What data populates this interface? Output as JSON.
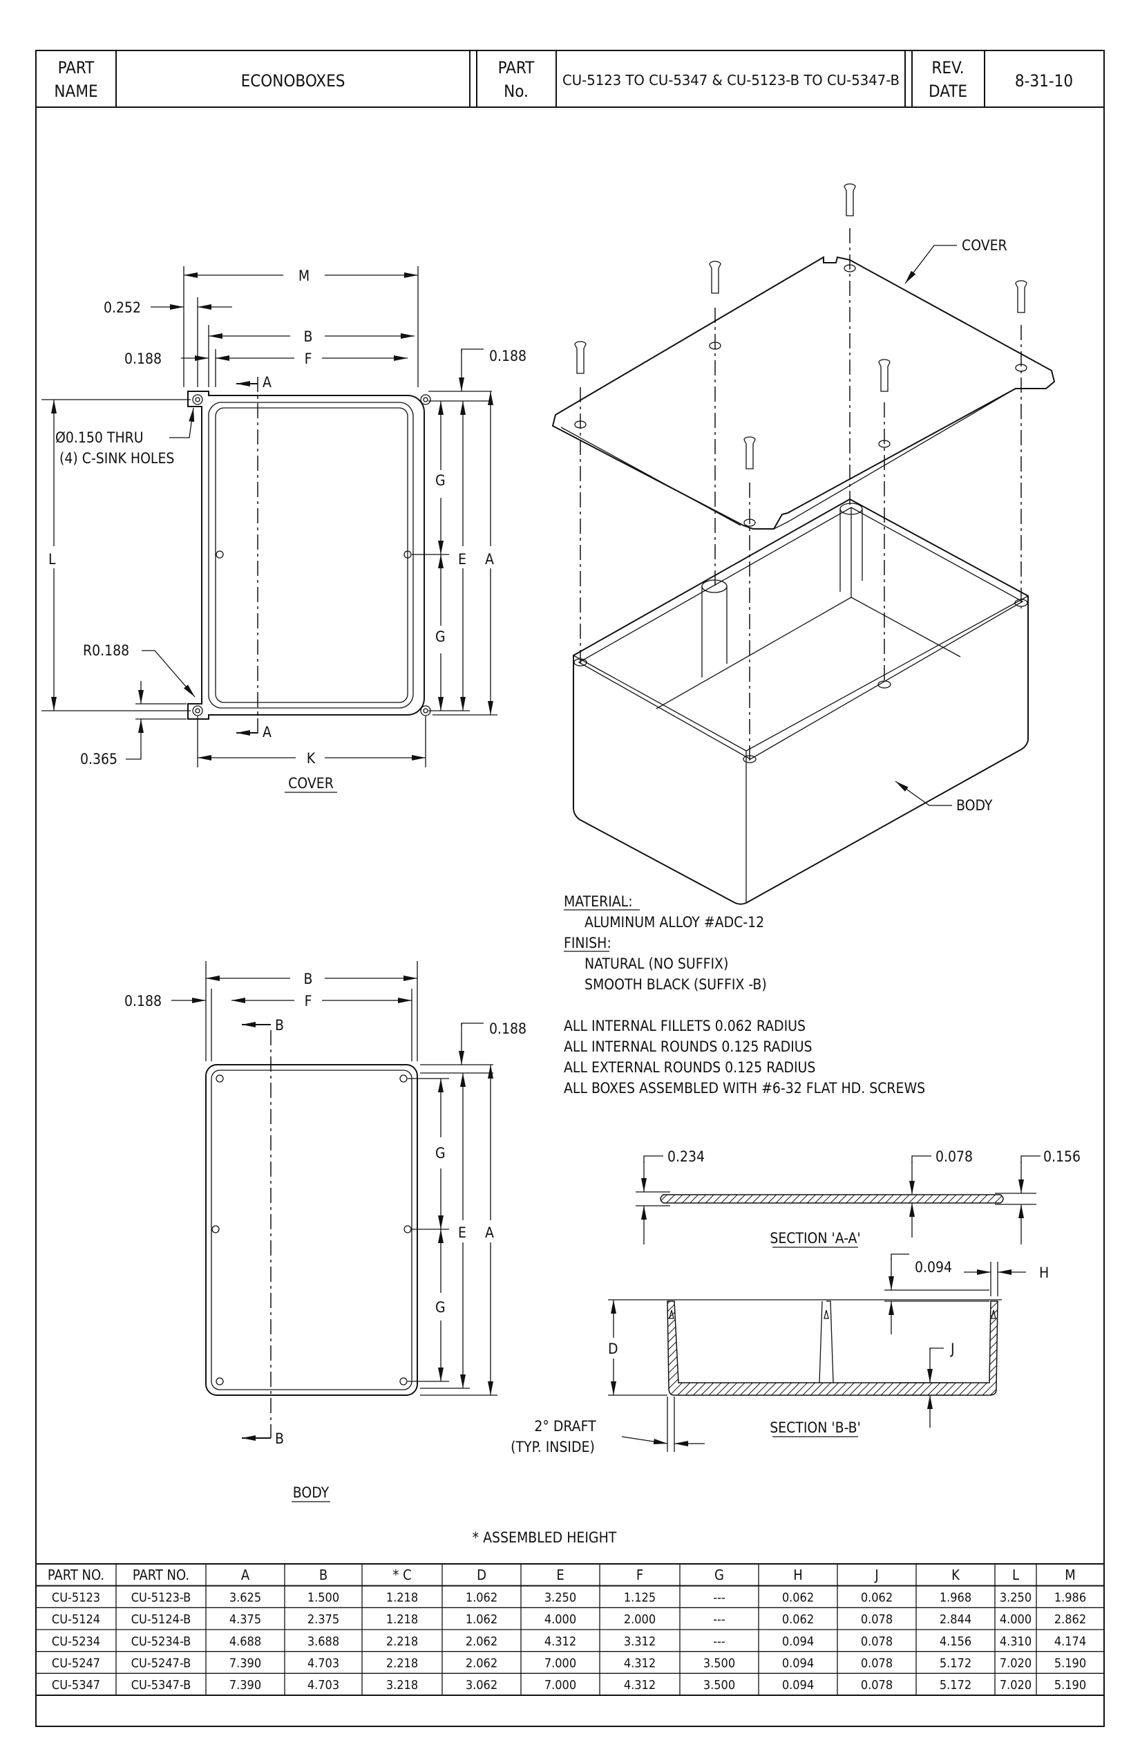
{
  "title_block": {
    "part_name_label_1": "PART",
    "part_name_label_2": "NAME",
    "part_name": "ECONOBOXES",
    "part_no_label_1": "PART",
    "part_no_label_2": "No.",
    "part_no": "CU-5123 TO CU-5347 & CU-5123-B TO CU-5347-B",
    "rev_label_1": "REV.",
    "rev_label_2": "DATE",
    "rev_date": "8-31-10"
  },
  "cover_view": {
    "title": "COVER",
    "dim_M": "M",
    "dim_0252": "0.252",
    "dim_B": "B",
    "dim_0188_left": "0.188",
    "dim_F": "F",
    "dim_0188_right": "0.188",
    "section_A": "A",
    "hole_note_1": "Ø0.150 THRU",
    "hole_note_2": "(4) C-SINK HOLES",
    "dim_L": "L",
    "dim_G": "G",
    "dim_E": "E",
    "dim_A": "A",
    "radius": "R0.188",
    "dim_0365": "0.365",
    "dim_K": "K"
  },
  "iso_view": {
    "cover_label": "COVER",
    "body_label": "BODY"
  },
  "notes": {
    "material_label": "MATERIAL:",
    "material": "ALUMINUM ALLOY #ADC-12",
    "finish_label": "FINISH:",
    "finish_1": "NATURAL (NO SUFFIX)",
    "finish_2": "SMOOTH BLACK (SUFFIX -B)",
    "line_1": "ALL INTERNAL FILLETS 0.062 RADIUS",
    "line_2": "ALL INTERNAL ROUNDS 0.125 RADIUS",
    "line_3": "ALL EXTERNAL ROUNDS 0.125 RADIUS",
    "line_4": "ALL BOXES ASSEMBLED WITH #6-32 FLAT HD. SCREWS"
  },
  "body_view": {
    "title": "BODY",
    "dim_B": "B",
    "dim_0188_left": "0.188",
    "dim_F": "F",
    "dim_0188_right": "0.188",
    "section_B": "B",
    "dim_G": "G",
    "dim_E": "E",
    "dim_A": "A"
  },
  "section_aa": {
    "title": "SECTION 'A-A'",
    "dim_0234": "0.234",
    "dim_0078": "0.078",
    "dim_0156": "0.156"
  },
  "section_bb": {
    "title": "SECTION 'B-B'",
    "dim_0094": "0.094",
    "dim_H": "H",
    "dim_D": "D",
    "dim_J": "J",
    "draft_1": "2° DRAFT",
    "draft_2": "(TYP. INSIDE)"
  },
  "assembled_note": "* ASSEMBLED HEIGHT",
  "table": {
    "headers": [
      "PART NO.",
      "PART NO.",
      "A",
      "B",
      "* C",
      "D",
      "E",
      "F",
      "G",
      "H",
      "J",
      "K",
      "L",
      "M"
    ],
    "rows": [
      [
        "CU-5123",
        "CU-5123-B",
        "3.625",
        "1.500",
        "1.218",
        "1.062",
        "3.250",
        "1.125",
        "---",
        "0.062",
        "0.062",
        "1.968",
        "3.250",
        "1.986"
      ],
      [
        "CU-5124",
        "CU-5124-B",
        "4.375",
        "2.375",
        "1.218",
        "1.062",
        "4.000",
        "2.000",
        "---",
        "0.062",
        "0.078",
        "2.844",
        "4.000",
        "2.862"
      ],
      [
        "CU-5234",
        "CU-5234-B",
        "4.688",
        "3.688",
        "2.218",
        "2.062",
        "4.312",
        "3.312",
        "---",
        "0.094",
        "0.078",
        "4.156",
        "4.310",
        "4.174"
      ],
      [
        "CU-5247",
        "CU-5247-B",
        "7.390",
        "4.703",
        "2.218",
        "2.062",
        "7.000",
        "4.312",
        "3.500",
        "0.094",
        "0.078",
        "5.172",
        "7.020",
        "5.190"
      ],
      [
        "CU-5347",
        "CU-5347-B",
        "7.390",
        "4.703",
        "3.218",
        "3.062",
        "7.000",
        "4.312",
        "3.500",
        "0.094",
        "0.078",
        "5.172",
        "7.020",
        "5.190"
      ]
    ]
  }
}
